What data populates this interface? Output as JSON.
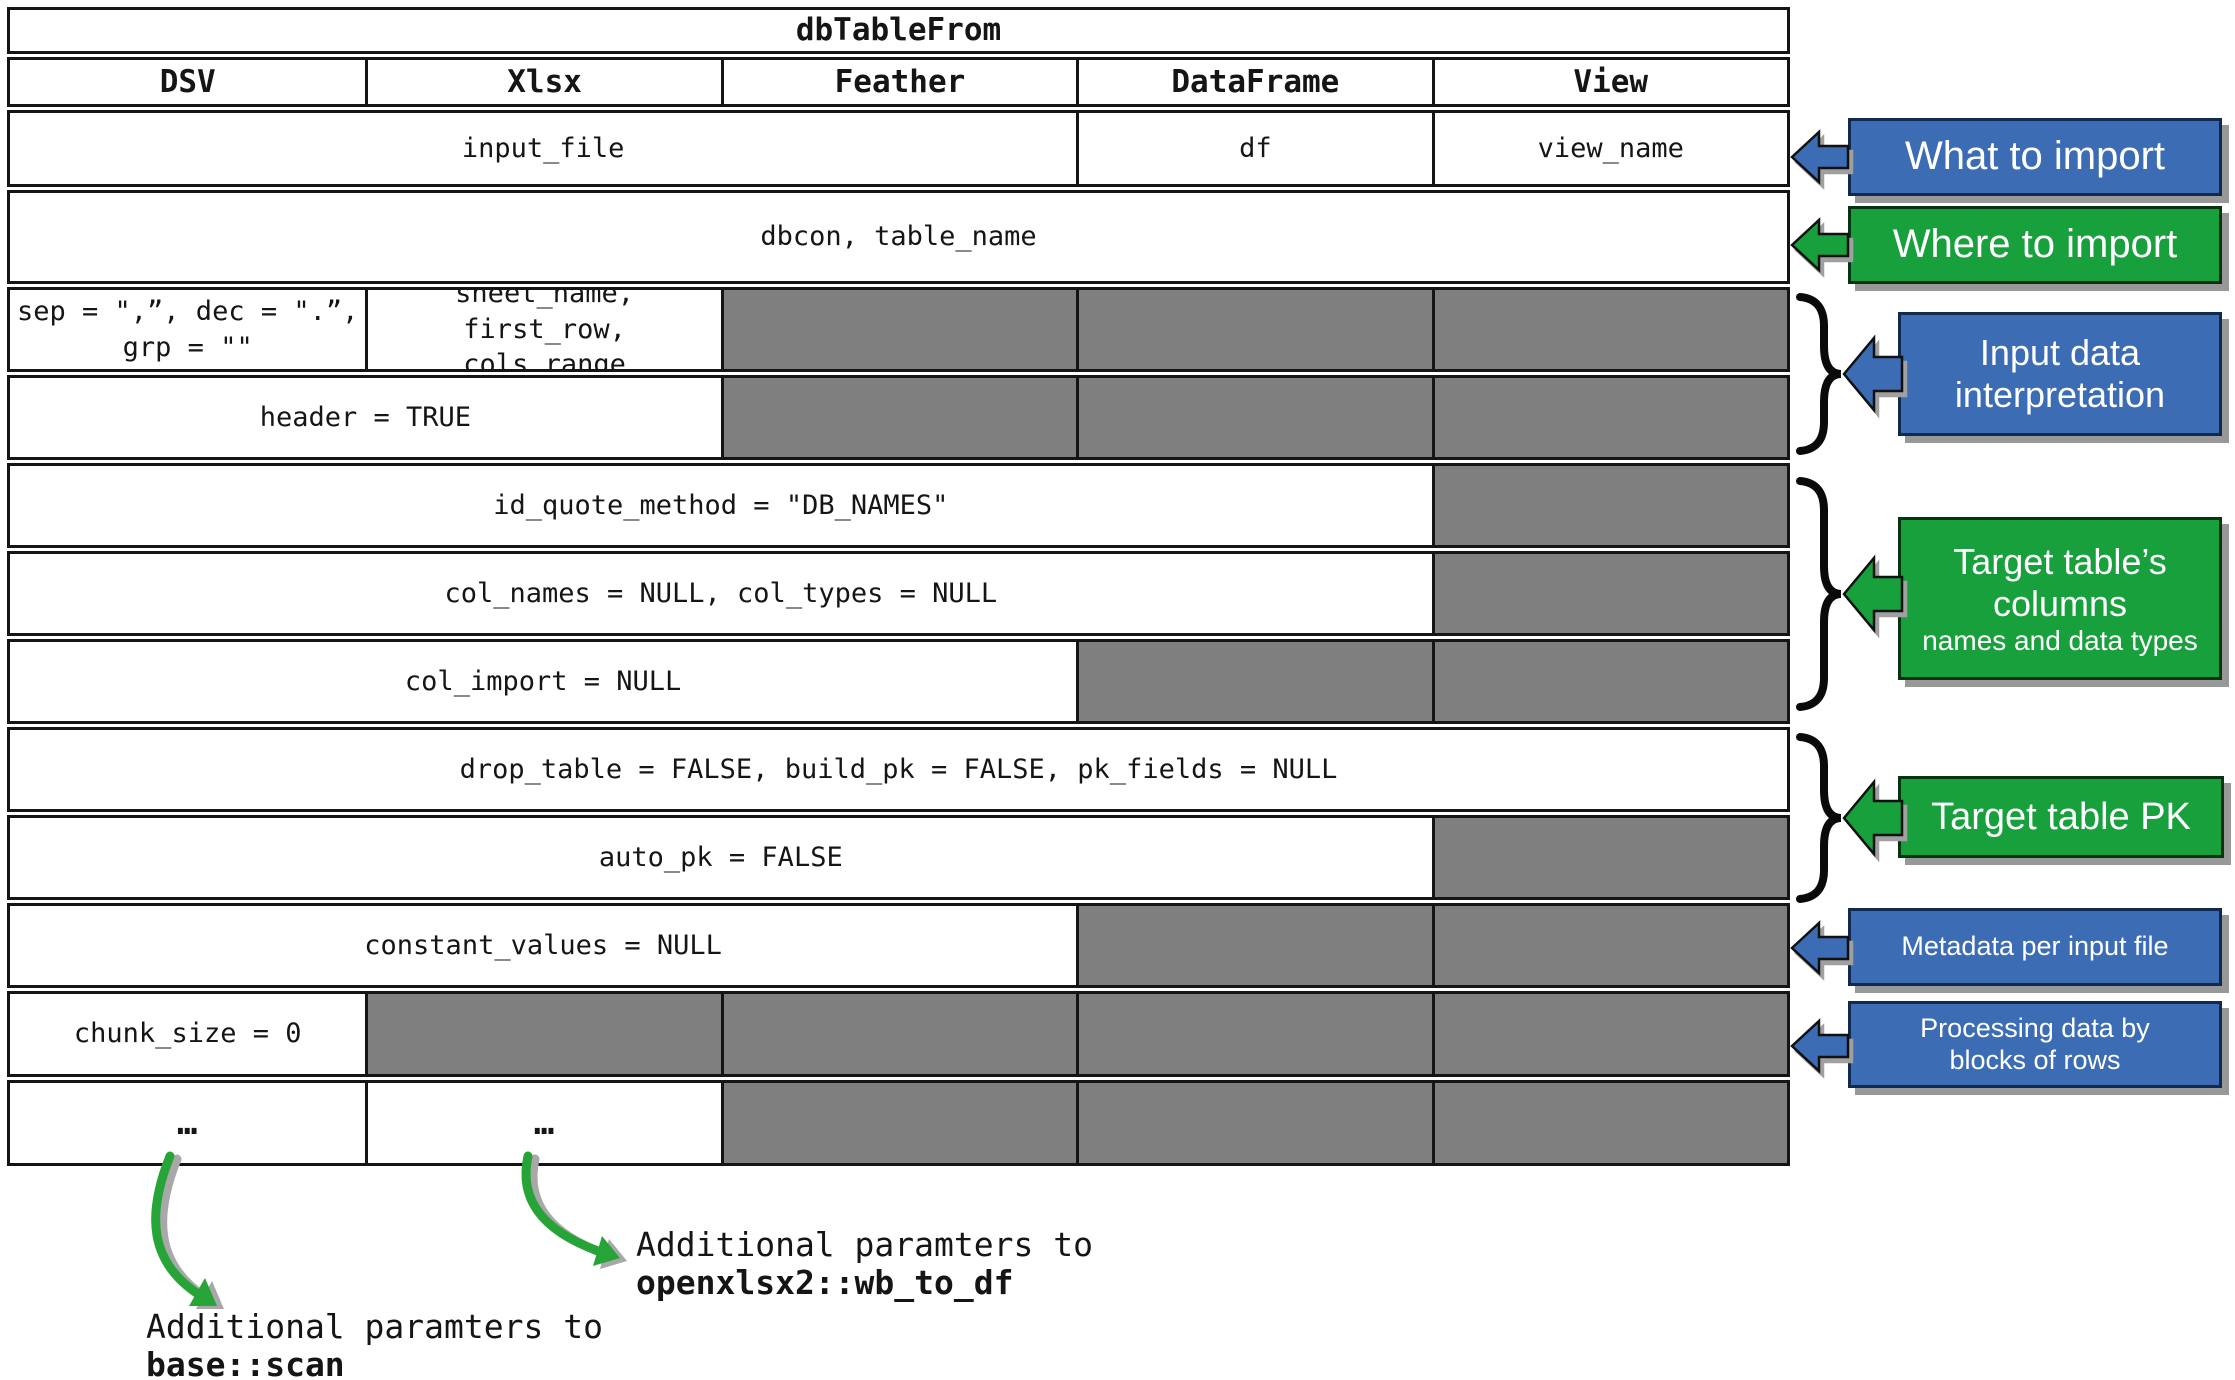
{
  "title": "dbTableFrom",
  "columns": [
    "DSV",
    "Xlsx",
    "Feather",
    "DataFrame",
    "View"
  ],
  "rows": [
    {
      "cells": [
        {
          "text": "input_file",
          "span": 3
        },
        {
          "text": "df",
          "span": 1
        },
        {
          "text": "view_name",
          "span": 1
        }
      ]
    },
    {
      "cells": [
        {
          "text": "dbcon, table_name",
          "span": 5
        }
      ]
    },
    {
      "cells": [
        {
          "text": "sep = \",”, dec = \".”,\ngrp = \"\"",
          "span": 1
        },
        {
          "text": "sheet_name, first_row,\ncols_range",
          "span": 1
        },
        {
          "gray": true,
          "span": 1
        },
        {
          "gray": true,
          "span": 1
        },
        {
          "gray": true,
          "span": 1
        }
      ]
    },
    {
      "cells": [
        {
          "text": "header = TRUE",
          "span": 2
        },
        {
          "gray": true,
          "span": 1
        },
        {
          "gray": true,
          "span": 1
        },
        {
          "gray": true,
          "span": 1
        }
      ]
    },
    {
      "cells": [
        {
          "text": "id_quote_method = \"DB_NAMES\"",
          "span": 4
        },
        {
          "gray": true,
          "span": 1
        }
      ]
    },
    {
      "cells": [
        {
          "text": "col_names = NULL, col_types = NULL",
          "span": 4
        },
        {
          "gray": true,
          "span": 1
        }
      ]
    },
    {
      "cells": [
        {
          "text": "col_import = NULL",
          "span": 3
        },
        {
          "gray": true,
          "span": 1
        },
        {
          "gray": true,
          "span": 1
        }
      ]
    },
    {
      "cells": [
        {
          "text": "drop_table = FALSE, build_pk = FALSE, pk_fields = NULL",
          "span": 5
        }
      ]
    },
    {
      "cells": [
        {
          "text": "auto_pk = FALSE",
          "span": 4
        },
        {
          "gray": true,
          "span": 1
        }
      ]
    },
    {
      "cells": [
        {
          "text": "constant_values = NULL",
          "span": 3
        },
        {
          "gray": true,
          "span": 1
        },
        {
          "gray": true,
          "span": 1
        }
      ]
    },
    {
      "cells": [
        {
          "text": "chunk_size = 0",
          "span": 1
        },
        {
          "gray": true,
          "span": 1
        },
        {
          "gray": true,
          "span": 1
        },
        {
          "gray": true,
          "span": 1
        },
        {
          "gray": true,
          "span": 1
        }
      ]
    },
    {
      "cells": [
        {
          "text": "…",
          "span": 1,
          "dots": true
        },
        {
          "text": "…",
          "span": 1,
          "dots": true
        },
        {
          "gray": true,
          "span": 1
        },
        {
          "gray": true,
          "span": 1
        },
        {
          "gray": true,
          "span": 1
        }
      ]
    }
  ],
  "annotations": [
    {
      "label": "What to import",
      "color": "blue",
      "brace": false
    },
    {
      "label": "Where to import",
      "color": "green",
      "brace": false
    },
    {
      "label": "Input data\ninterpretation",
      "color": "blue",
      "brace": true
    },
    {
      "label": "Target table’s\ncolumns",
      "sublabel": "names and data types",
      "color": "green",
      "brace": true
    },
    {
      "label": "Target table PK",
      "color": "green",
      "brace": true
    },
    {
      "label": "Metadata per input file",
      "color": "blue",
      "brace": false
    },
    {
      "label": "Processing data by\nblocks of rows",
      "color": "blue",
      "brace": false
    }
  ],
  "footnotes": [
    {
      "line1": "Additional paramters to",
      "line2": "base::scan"
    },
    {
      "line1": "Additional paramters to",
      "line2": "openxlsx2::wb_to_df"
    }
  ],
  "colors": {
    "blue": "#3c6cb3",
    "green": "#18a03c",
    "cell_gray": "#7f7f7f",
    "arrow_green": "#27a437",
    "shadow": "#989898",
    "line": "#151515"
  }
}
